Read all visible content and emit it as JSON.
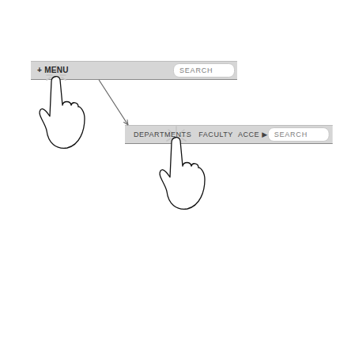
{
  "diagram": {
    "nodes": [
      {
        "text": [
          "+ MENU"
        ]
      },
      {
        "text": [
          "SEARCH"
        ],
        "in": 0
      },
      {
        "text": [
          "DEPARTMENTS",
          "FACULTY",
          "ACCE",
          "▶"
        ]
      },
      {
        "text": [
          "SEARCH"
        ],
        "in": 2
      }
    ],
    "edges": [
      {
        "from": 0,
        "to": 2,
        "arrow": "to"
      }
    ]
  }
}
